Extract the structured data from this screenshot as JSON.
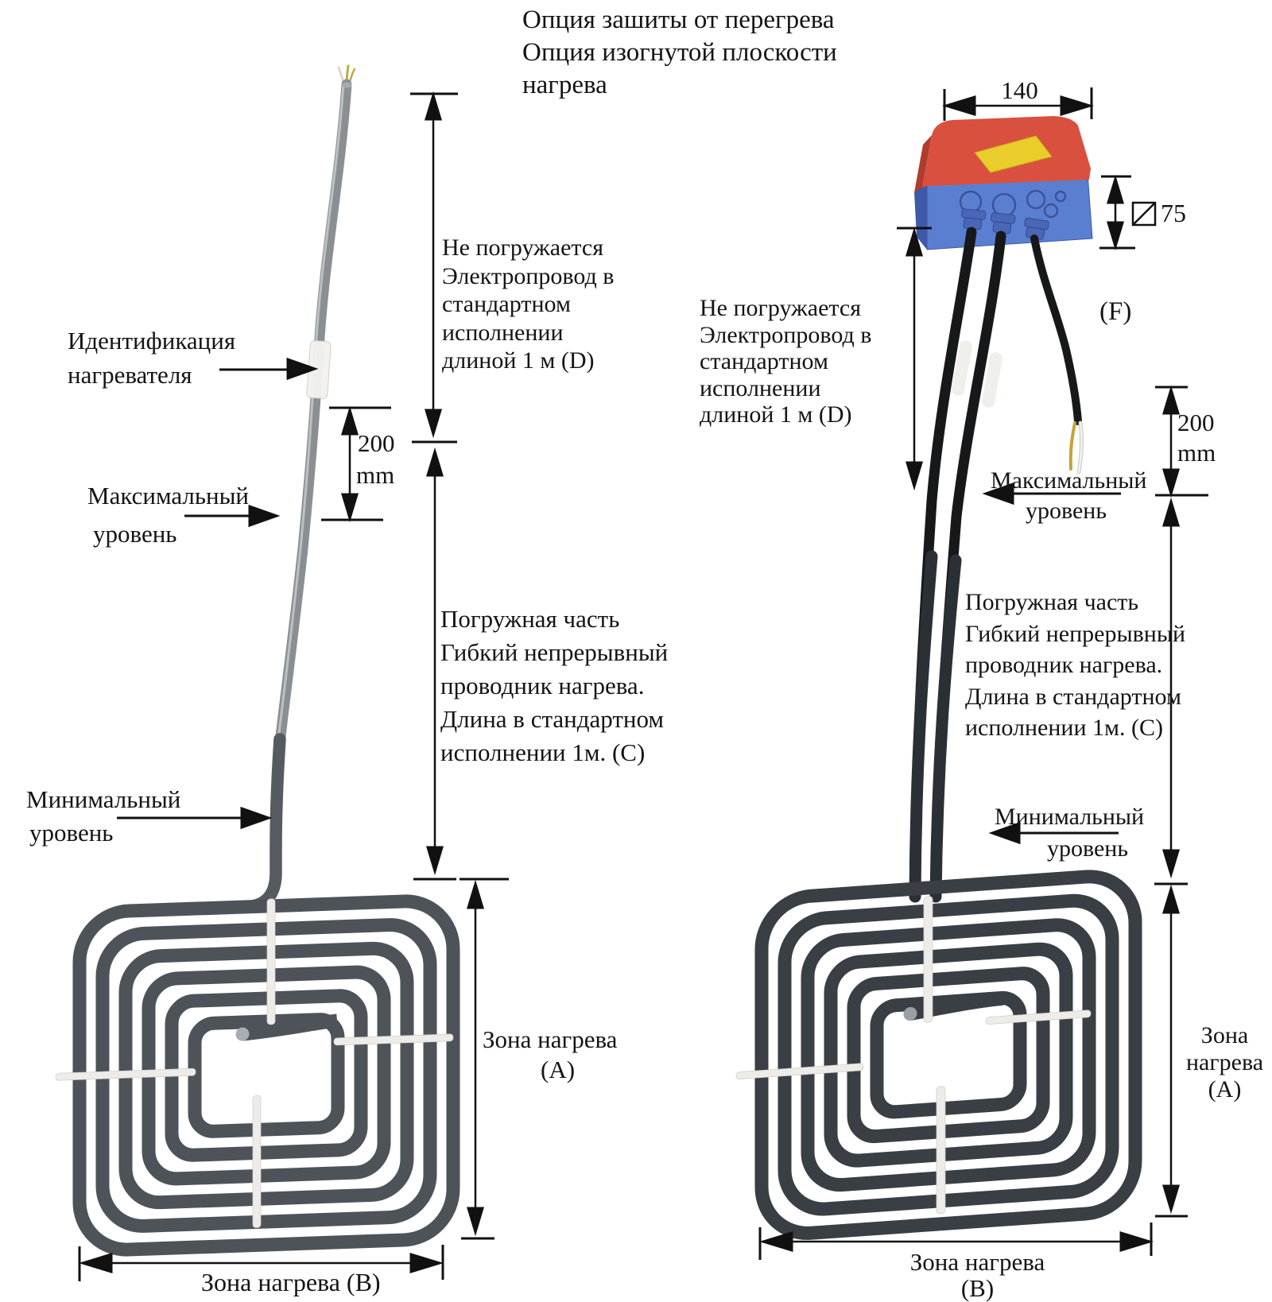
{
  "header": {
    "lines": [
      "Опция зашиты от перегрева",
      "Опция изогнутой плоскости",
      "нагрева"
    ]
  },
  "left": {
    "identification": {
      "l1": "Идентификация",
      "l2": "нагревателя"
    },
    "max_level": {
      "l1": "Максимальный",
      "l2": "уровень"
    },
    "min_level": {
      "l1": "Минимальный",
      "l2": "уровень"
    },
    "dim_200": {
      "value": "200",
      "unit": "mm"
    },
    "not_submerged": [
      "Не погружается",
      "Электропровод в",
      "стандартном",
      "исполнении",
      "длиной 1 м (D)"
    ],
    "submerged": [
      "Погружная часть",
      "Гибкий непрерывный",
      "проводник нагрева.",
      "Длина в стандартном",
      "исполнении 1м. (C)"
    ],
    "zone_a": {
      "l1": "Зона нагрева",
      "l2": "(A)"
    },
    "zone_b": "Зона нагрева (B)"
  },
  "right": {
    "dim_140": "140",
    "dim_75": "75",
    "label_f": "(F)",
    "not_submerged": [
      "Не погружается",
      "Электропровод в",
      "стандартном",
      "исполнении",
      "длиной 1 м (D)"
    ],
    "dim_200": {
      "value": "200",
      "unit": "mm"
    },
    "max_level": {
      "l1": "Максимальный",
      "l2": "уровень"
    },
    "submerged": [
      "Погружная часть",
      "Гибкий непрерывный",
      "проводник нагрева.",
      "Длина в стандартном",
      "исполнении 1м. (C)"
    ],
    "min_level": {
      "l1": "Минимальный",
      "l2": "уровень"
    },
    "zone_a": {
      "l1": "Зона",
      "l2": "нагрева",
      "l3": "(A)"
    },
    "zone_b": {
      "l1": "Зона нагрева",
      "l2": "(B)"
    }
  },
  "colors": {
    "box_red": "#d9503f",
    "box_blue": "#5b7fd0",
    "label_yellow": "#e9cd2a",
    "tube_gray": "#4d5358",
    "tube_dark": "#3a3f45",
    "cable_black": "#17181a"
  }
}
